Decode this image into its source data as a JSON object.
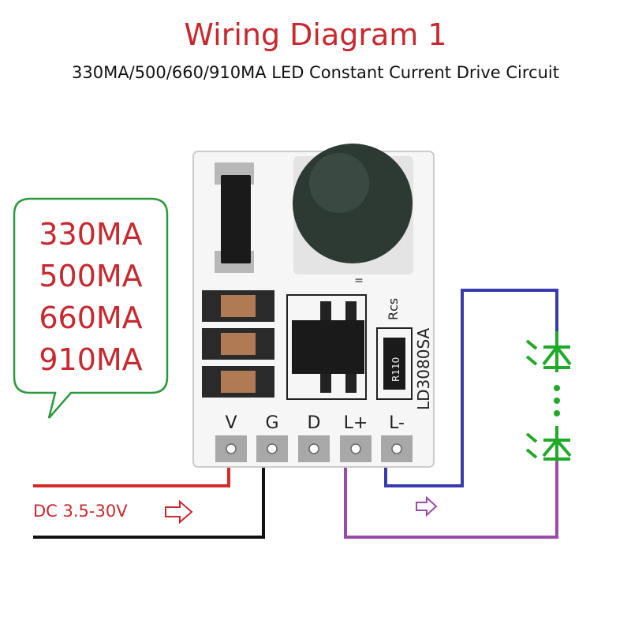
{
  "title": "Wiring Diagram 1",
  "subtitle": "330MA/500/660/910MA LED Constant Current Drive Circuit",
  "current_options": [
    "330MA",
    "500MA",
    "660MA",
    "910MA"
  ],
  "pins": [
    "V",
    "G",
    "D",
    "L+",
    "L-"
  ],
  "board": {
    "inductor_marking": "=",
    "rcs_label": "Rcs",
    "resistor_marking": "R110",
    "model": "LD3080SA"
  },
  "supply_label": "DC 3.5-30V",
  "colors": {
    "title": "#c8282e",
    "bubble_border": "#2a9a3a",
    "positive_wire": "#d42a2a",
    "ground_wire": "#111111",
    "dim_wire": "#9a4aa8",
    "led_negative_wire": "#3a3ab0",
    "led": "#1faa2a"
  }
}
